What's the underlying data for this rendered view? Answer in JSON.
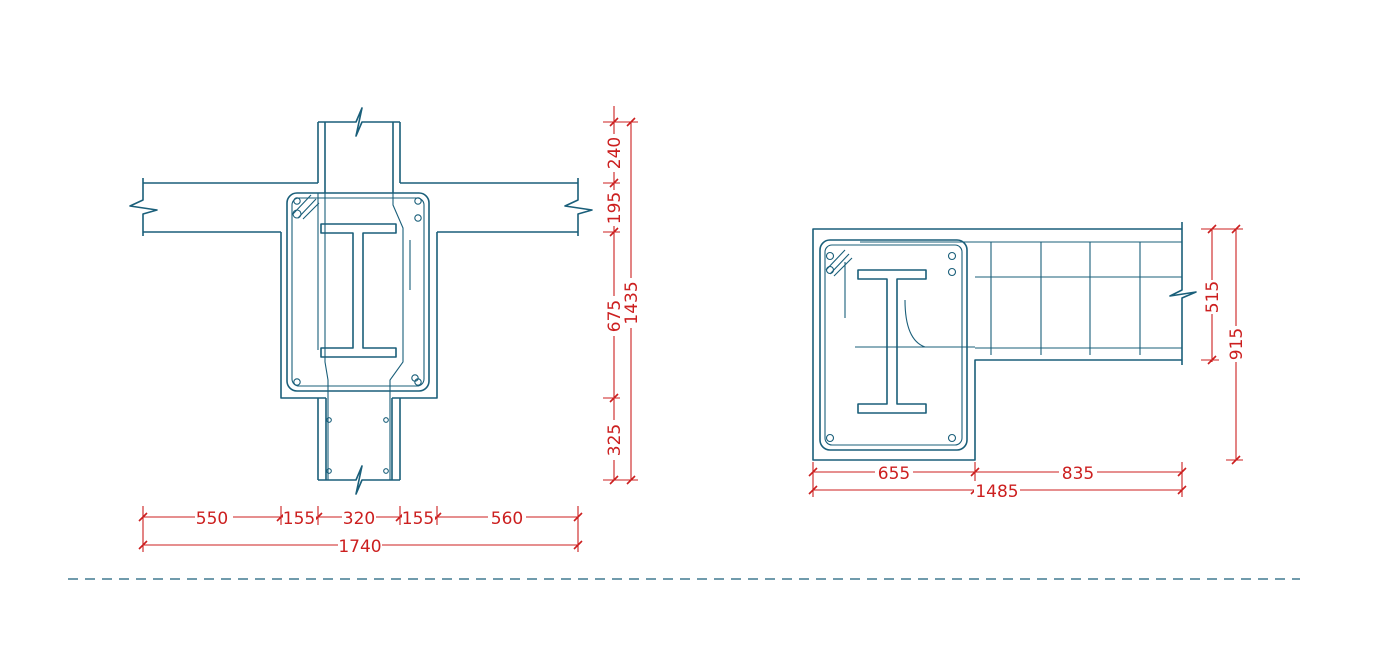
{
  "colors": {
    "structure": "#1a5f7a",
    "dimension": "#cc1f1f",
    "background": "#ffffff"
  },
  "left_detail": {
    "horizontal_dims": {
      "seg1": "550",
      "seg2": "155",
      "seg3": "320",
      "seg4": "155",
      "seg5": "560",
      "total": "1740"
    },
    "vertical_dims": {
      "seg1": "240",
      "seg2": "195",
      "seg3": "675",
      "seg4": "325",
      "total": "1435"
    }
  },
  "right_detail": {
    "horizontal_dims": {
      "seg1": "655",
      "seg2": "835",
      "total": "1485"
    },
    "vertical_dims": {
      "beam_depth": "515",
      "total": "915"
    }
  }
}
